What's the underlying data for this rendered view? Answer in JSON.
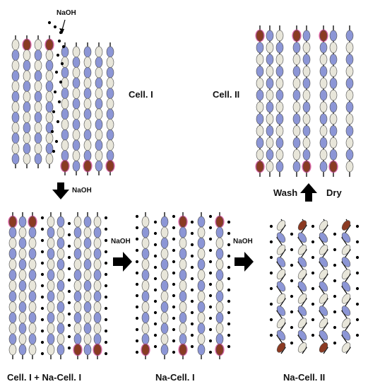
{
  "labels": {
    "naoh_top": "NaOH",
    "cell_i": "Cell. I",
    "cell_ii": "Cell. II",
    "naoh_down": "NaOH",
    "wash": "Wash",
    "dry": "Dry",
    "naoh_mid1": "NaOH",
    "naoh_mid2": "NaOH",
    "caption_mixed": "Cell. I + Na-Cell. I",
    "caption_na_i": "Na-Cell. I",
    "caption_na_ii": "Na-Cell. II"
  },
  "colors": {
    "glucose_light": "#e8e6da",
    "glucose_blue": "#8c96d6",
    "end_unit": "#8b3a22",
    "end_highlight": "#e0308a",
    "chain_line": "#000000",
    "sodium_dot": "#000000",
    "arrow": "#000000"
  },
  "icons": {
    "process_arrow": "thick-arrow-icon",
    "pointer_arrow": "thin-pointer-arrow-icon"
  }
}
